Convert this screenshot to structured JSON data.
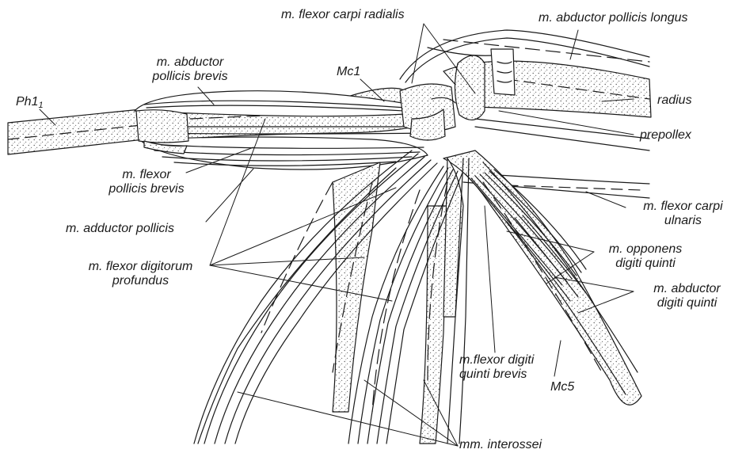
{
  "labels": {
    "ph1": {
      "main": "Ph1",
      "sub": "1"
    },
    "abductor_pollicis_brevis": [
      "m. abductor",
      "pollicis brevis"
    ],
    "mc1": "Mc1",
    "flexor_carpi_radialis": "m. flexor carpi radialis",
    "abductor_pollicis_longus": "m. abductor pollicis longus",
    "radius": "radius",
    "prepollex": "prepollex",
    "flexor_pollicis_brevis": [
      "m. flexor",
      "pollicis brevis"
    ],
    "adductor_pollicis": "m. adductor pollicis",
    "flexor_carpi_ulnaris": [
      "m. flexor carpi",
      "ulnaris"
    ],
    "flexor_digitorum_profundus": [
      "m. flexor digitorum",
      "profundus"
    ],
    "opponens_digiti_quinti": [
      "m. opponens",
      "digiti quinti"
    ],
    "abductor_digiti_quinti": [
      "m. abductor",
      "digiti quinti"
    ],
    "flexor_digiti_quinti_brevis": [
      "m.flexor digiti",
      "quinti brevis"
    ],
    "mc5": "Mc5",
    "interossei": "mm. interossei"
  }
}
